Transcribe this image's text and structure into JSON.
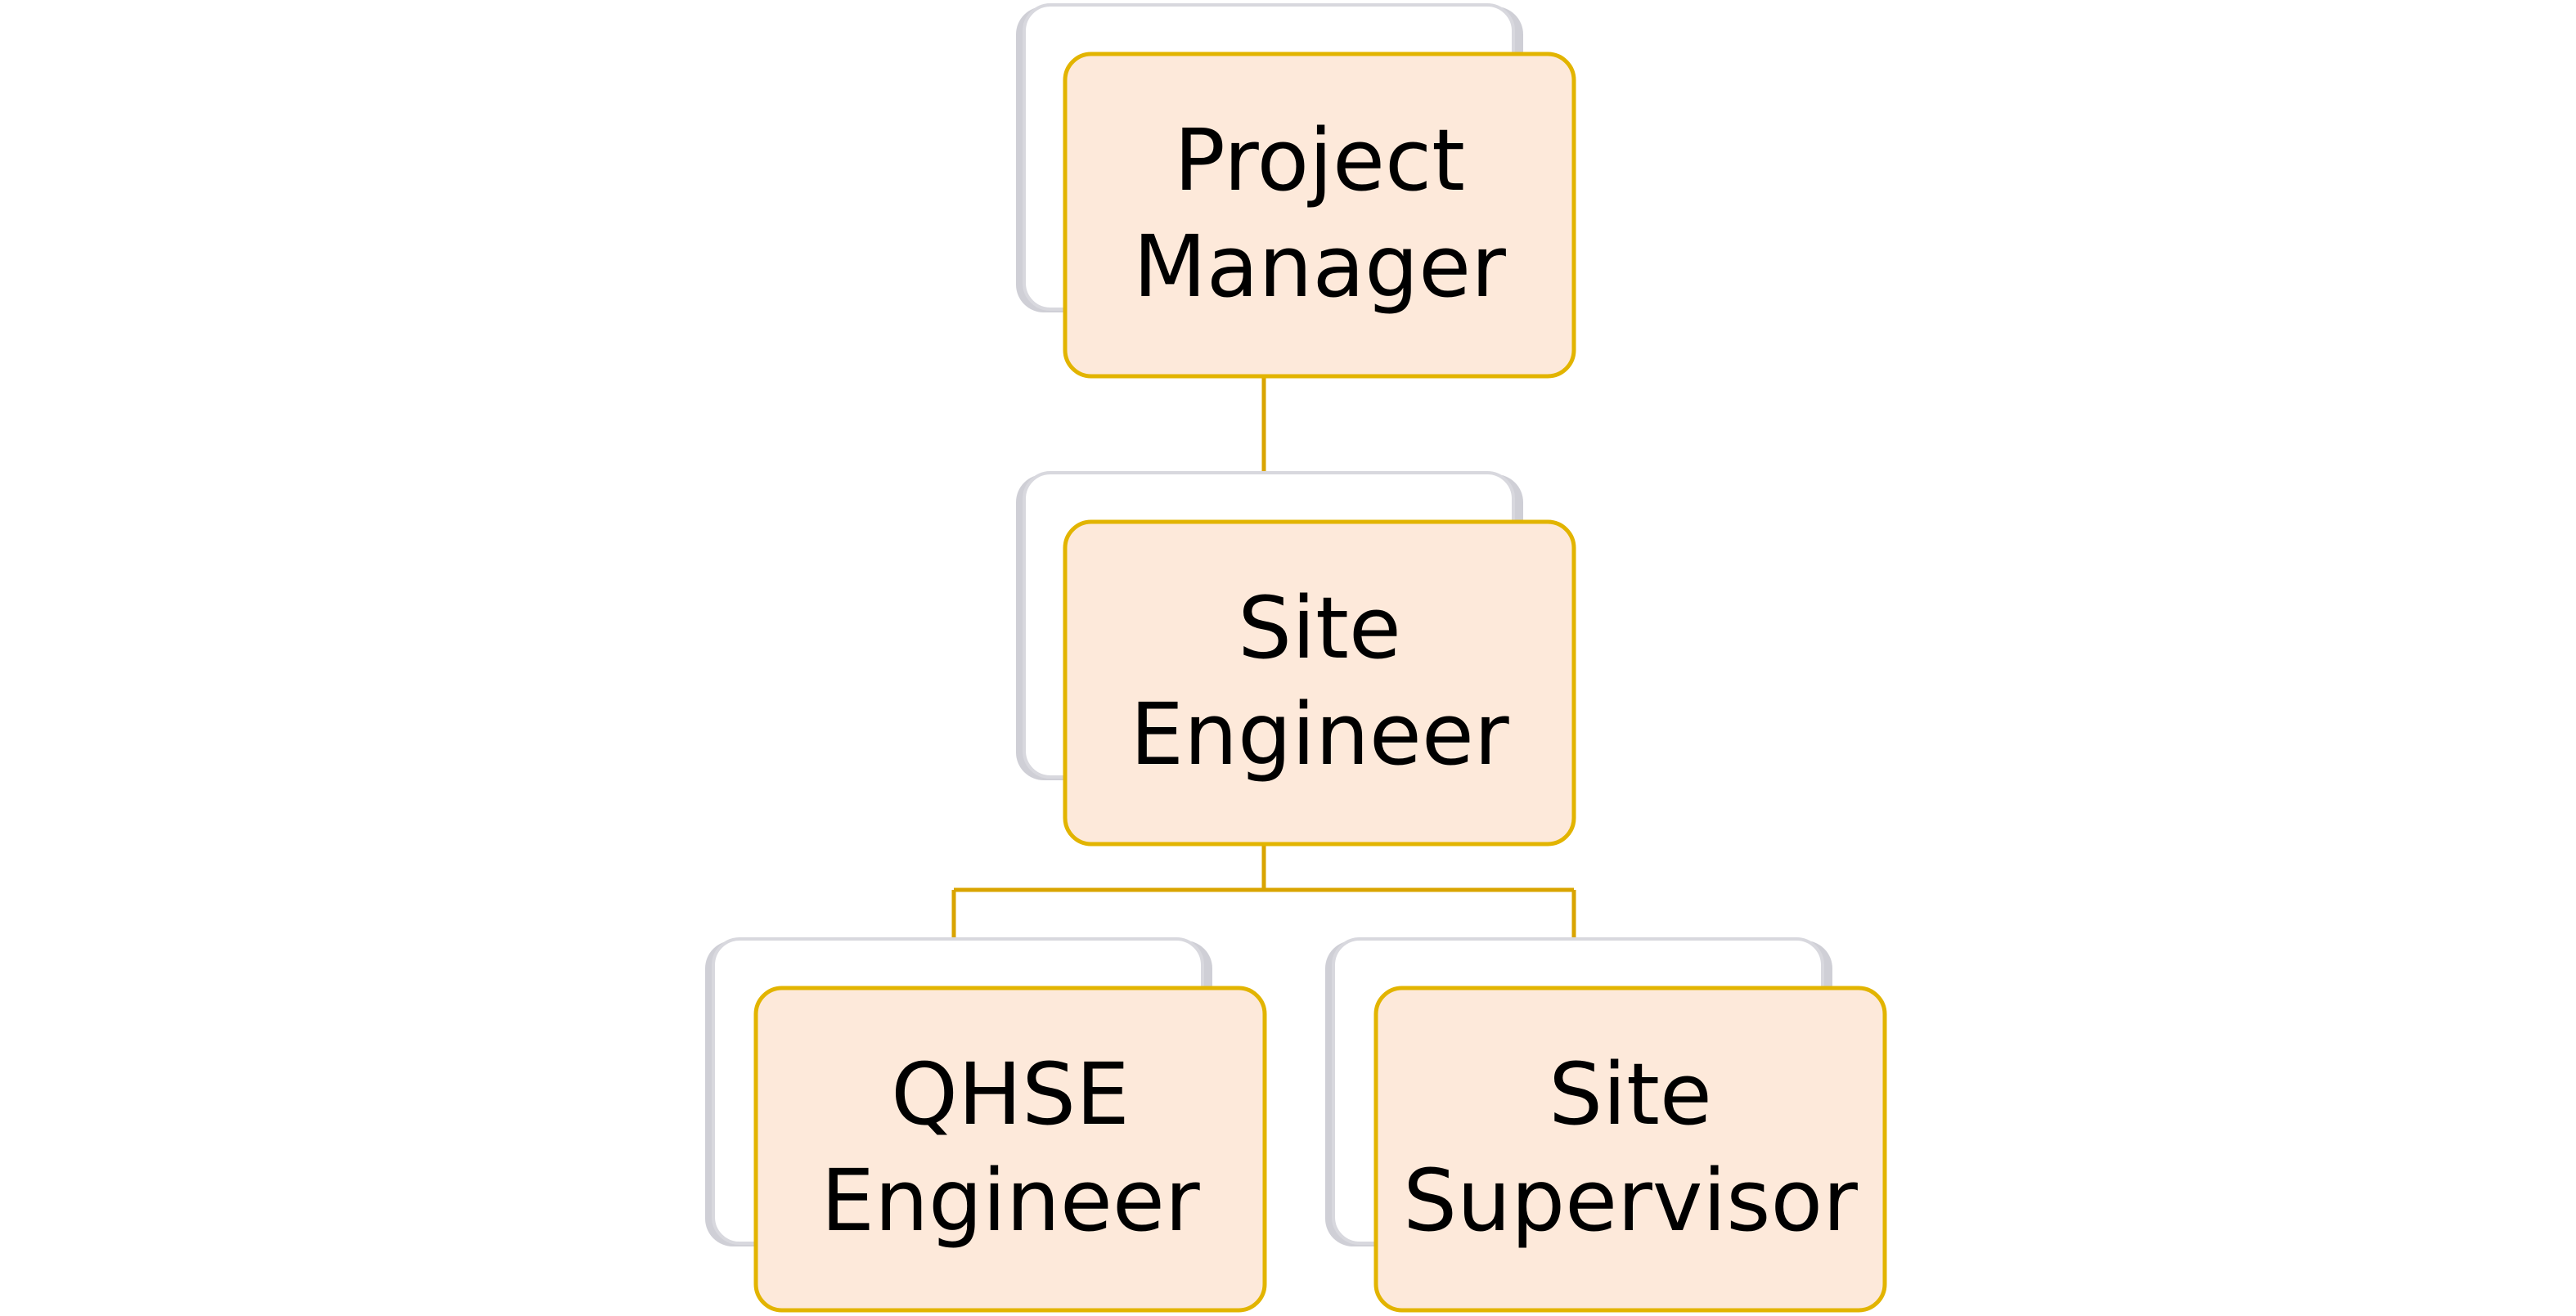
{
  "diagram": {
    "type": "org-chart",
    "colors": {
      "connector": "#d9a400",
      "card_fill": "#fde9da",
      "card_border": "#e2b400",
      "back_card_border": "#d8d8de",
      "text": "#000000"
    },
    "nodes": [
      {
        "id": "project-manager",
        "lines": [
          "Project",
          "Manager"
        ]
      },
      {
        "id": "site-engineer",
        "lines": [
          "Site",
          "Engineer"
        ]
      },
      {
        "id": "qhse-engineer",
        "lines": [
          "QHSE",
          "Engineer"
        ]
      },
      {
        "id": "site-supervisor",
        "lines": [
          "Site",
          "Supervisor"
        ]
      }
    ],
    "edges": [
      {
        "from": "project-manager",
        "to": "site-engineer"
      },
      {
        "from": "site-engineer",
        "to": "qhse-engineer"
      },
      {
        "from": "site-engineer",
        "to": "site-supervisor"
      }
    ]
  }
}
